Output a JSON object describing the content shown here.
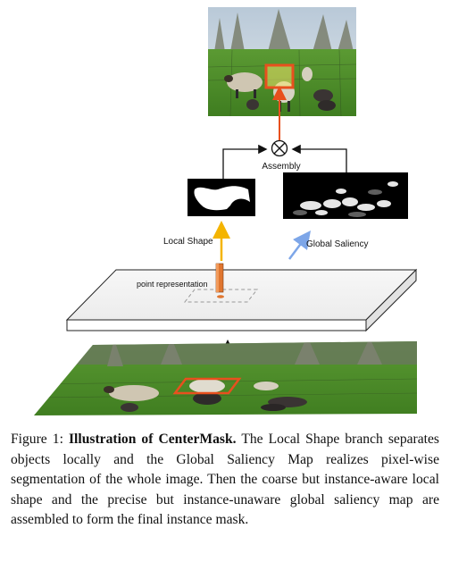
{
  "figure": {
    "labels": {
      "assembly": "Assembly",
      "local_shape": "Local Shape",
      "global_saliency": "Global Saliency",
      "point_representation": "point representation"
    },
    "colors": {
      "highlight_box": "#e8501e",
      "local_arrow": "#f4b400",
      "global_arrow": "#7da6e8",
      "assembly_arrow": "#e8501e",
      "point_bar": "#e0762f",
      "grass": "#4f8f2a",
      "sky": "#c9d6e3"
    }
  },
  "caption": {
    "prefix": "Figure 1: ",
    "title": "Illustration of CenterMask.",
    "body": " The Local Shape branch separates objects locally and the Global Saliency Map realizes pixel-wise segmentation of the whole image. Then the coarse but instance-aware local shape and the precise but instance-unaware global saliency map are assembled to form the final instance mask."
  }
}
